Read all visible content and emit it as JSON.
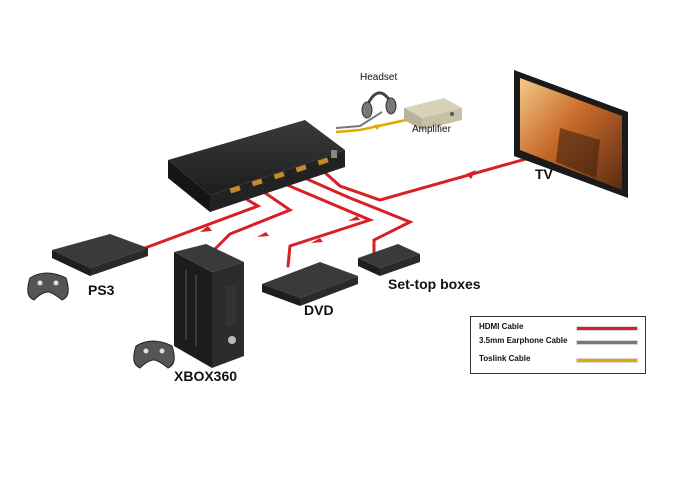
{
  "labels": {
    "headset": "Headset",
    "amplifier": "Amplifier",
    "tv": "TV",
    "ps3": "PS3",
    "dvd": "DVD",
    "settop": "Set-top boxes",
    "xbox": "XBOX360"
  },
  "legend": {
    "items": [
      {
        "label": "HDMI Cable",
        "color": "#d81f26"
      },
      {
        "label": "3.5mm Earphone Cable",
        "color": "#777777"
      },
      {
        "label": "Toslink Cable",
        "color": "#e0a800"
      }
    ]
  },
  "colors": {
    "hdmi": "#d81f26",
    "earphone": "#777777",
    "toslink": "#e0a800",
    "device": "#2b2b2b",
    "port": "#c58b2a"
  }
}
